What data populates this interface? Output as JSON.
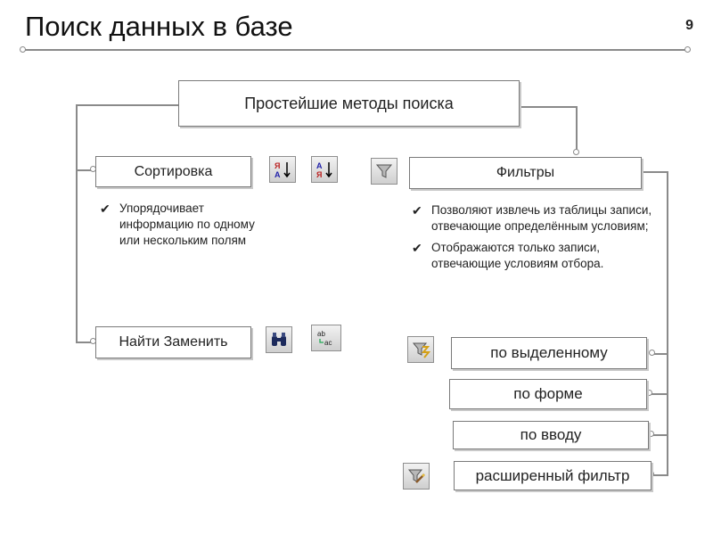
{
  "slide": {
    "title": "Поиск данных в базе",
    "page_number": "9"
  },
  "diagram": {
    "root": "Простейшие методы поиска",
    "sort": {
      "label": "Сортировка",
      "description": [
        "Упорядочивает информацию по одному или нескольким полям"
      ],
      "icons": [
        "sort-ascending-icon",
        "sort-descending-icon"
      ]
    },
    "find": {
      "label": "Найти Заменить",
      "icons": [
        "binoculars-find-icon",
        "replace-abc-icon"
      ]
    },
    "filters": {
      "label": "Фильтры",
      "icon": "filter-funnel-icon",
      "description": [
        "Позволяют извлечь из таблицы записи, отвечающие определённым условиям;",
        "Отображаются только записи, отвечающие условиям отбора."
      ],
      "types": [
        {
          "label": "по выделенному",
          "icon": "filter-by-selection-icon"
        },
        {
          "label": "по форме",
          "icon": ""
        },
        {
          "label": "по вводу",
          "icon": ""
        },
        {
          "label": "расширенный фильтр",
          "icon": "advanced-filter-icon"
        }
      ]
    }
  }
}
